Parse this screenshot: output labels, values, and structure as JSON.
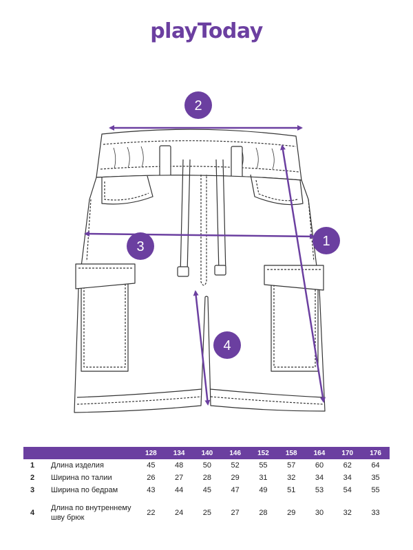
{
  "brand": {
    "logo_text": "playToday",
    "accent": "#6b3fa0"
  },
  "diagram": {
    "markers": [
      {
        "id": "1",
        "label": "1"
      },
      {
        "id": "2",
        "label": "2"
      },
      {
        "id": "3",
        "label": "3"
      },
      {
        "id": "4",
        "label": "4"
      }
    ]
  },
  "table": {
    "sizes": [
      "128",
      "134",
      "140",
      "146",
      "152",
      "158",
      "164",
      "170",
      "176"
    ],
    "rows": [
      {
        "num": "1",
        "name": "Длина изделия",
        "values": [
          "45",
          "48",
          "50",
          "52",
          "55",
          "57",
          "60",
          "62",
          "64"
        ]
      },
      {
        "num": "2",
        "name": "Ширина по талии",
        "values": [
          "26",
          "27",
          "28",
          "29",
          "31",
          "32",
          "34",
          "34",
          "35"
        ]
      },
      {
        "num": "3",
        "name": "Ширина по бедрам",
        "values": [
          "43",
          "44",
          "45",
          "47",
          "49",
          "51",
          "53",
          "54",
          "55"
        ]
      },
      {
        "num": "4",
        "name": "Длина по внутреннему шву брюк",
        "values": [
          "22",
          "24",
          "25",
          "27",
          "28",
          "29",
          "30",
          "32",
          "33"
        ]
      }
    ]
  }
}
